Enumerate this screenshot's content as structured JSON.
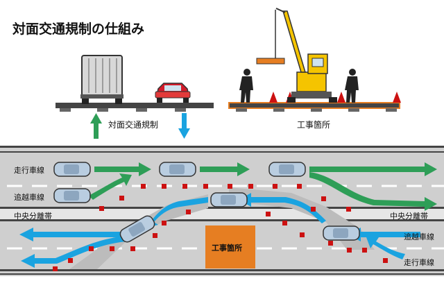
{
  "title": "対面交通規制の仕組み",
  "cross_section": {
    "left_label": "対面交通規制",
    "right_label": "工事箇所"
  },
  "plan_view": {
    "lane_travel": "走行車線",
    "lane_passing": "追越車線",
    "median": "中央分離帯",
    "median_right": "中央分離帯",
    "lane_passing_right": "追越車線",
    "lane_travel_right": "走行車線",
    "work_zone": "工事箇所"
  },
  "colors": {
    "green": "#2e9e57",
    "blue": "#1aa3e0",
    "orange": "#e67e22",
    "cone_red": "#cc1111",
    "road_gray": "#c8c8c8",
    "crane_yellow": "#f5c400"
  }
}
